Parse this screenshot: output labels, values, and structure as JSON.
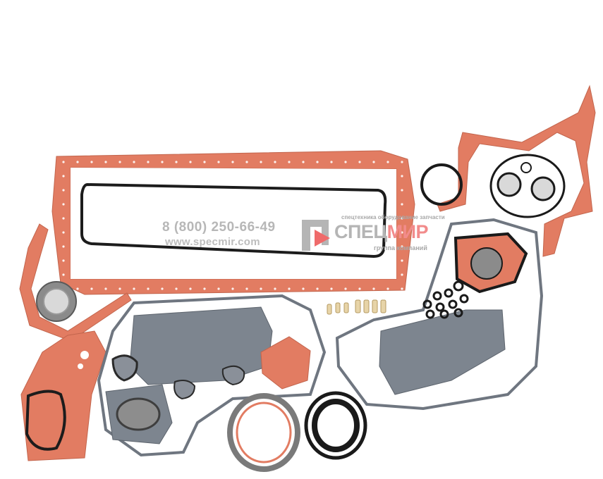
{
  "watermark": {
    "phone": "8 (800) 250-66-49",
    "website": "www.specmir.com",
    "tagline": "спецтехника оборудование запчасти",
    "brand_part1": "СПЕЦ",
    "brand_part2": "МИР",
    "group": "группа компаний"
  },
  "colors": {
    "background": "#ffffff",
    "orange_gasket": "#e27c62",
    "gray_gasket": "#7d858f",
    "watermark_gray": "#b5b5b5",
    "watermark_red": "#f28b8b"
  }
}
